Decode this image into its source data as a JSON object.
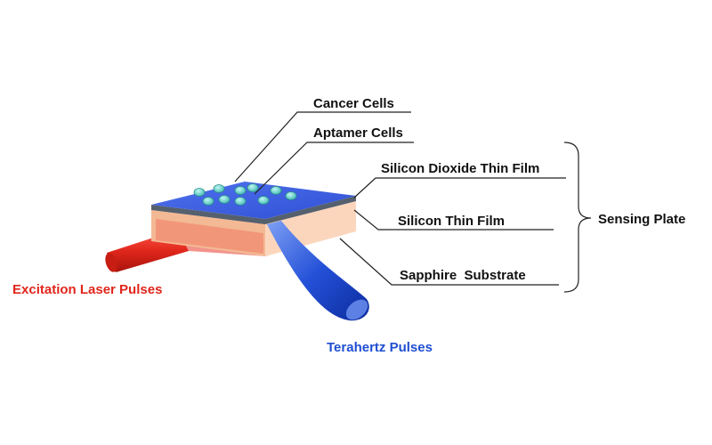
{
  "labels": {
    "cancer_cells": "Cancer Cells",
    "aptamer_cells": "Aptamer Cells",
    "silicon_dioxide": "Silicon Dioxide Thin Film",
    "silicon_thin_film": "Silicon Thin Film",
    "sapphire_substrate": "Sapphire  Substrate",
    "sensing_plate": "Sensing Plate",
    "excitation_laser": "Excitation Laser Pulses",
    "terahertz_pulses": "Terahertz Pulses"
  },
  "colors": {
    "laser": "#e0261b",
    "terahertz": "#1f4fd1",
    "film_top": "#3a5de0",
    "substrate": "#f7c7a6",
    "silicon_layer": "#55606e"
  }
}
